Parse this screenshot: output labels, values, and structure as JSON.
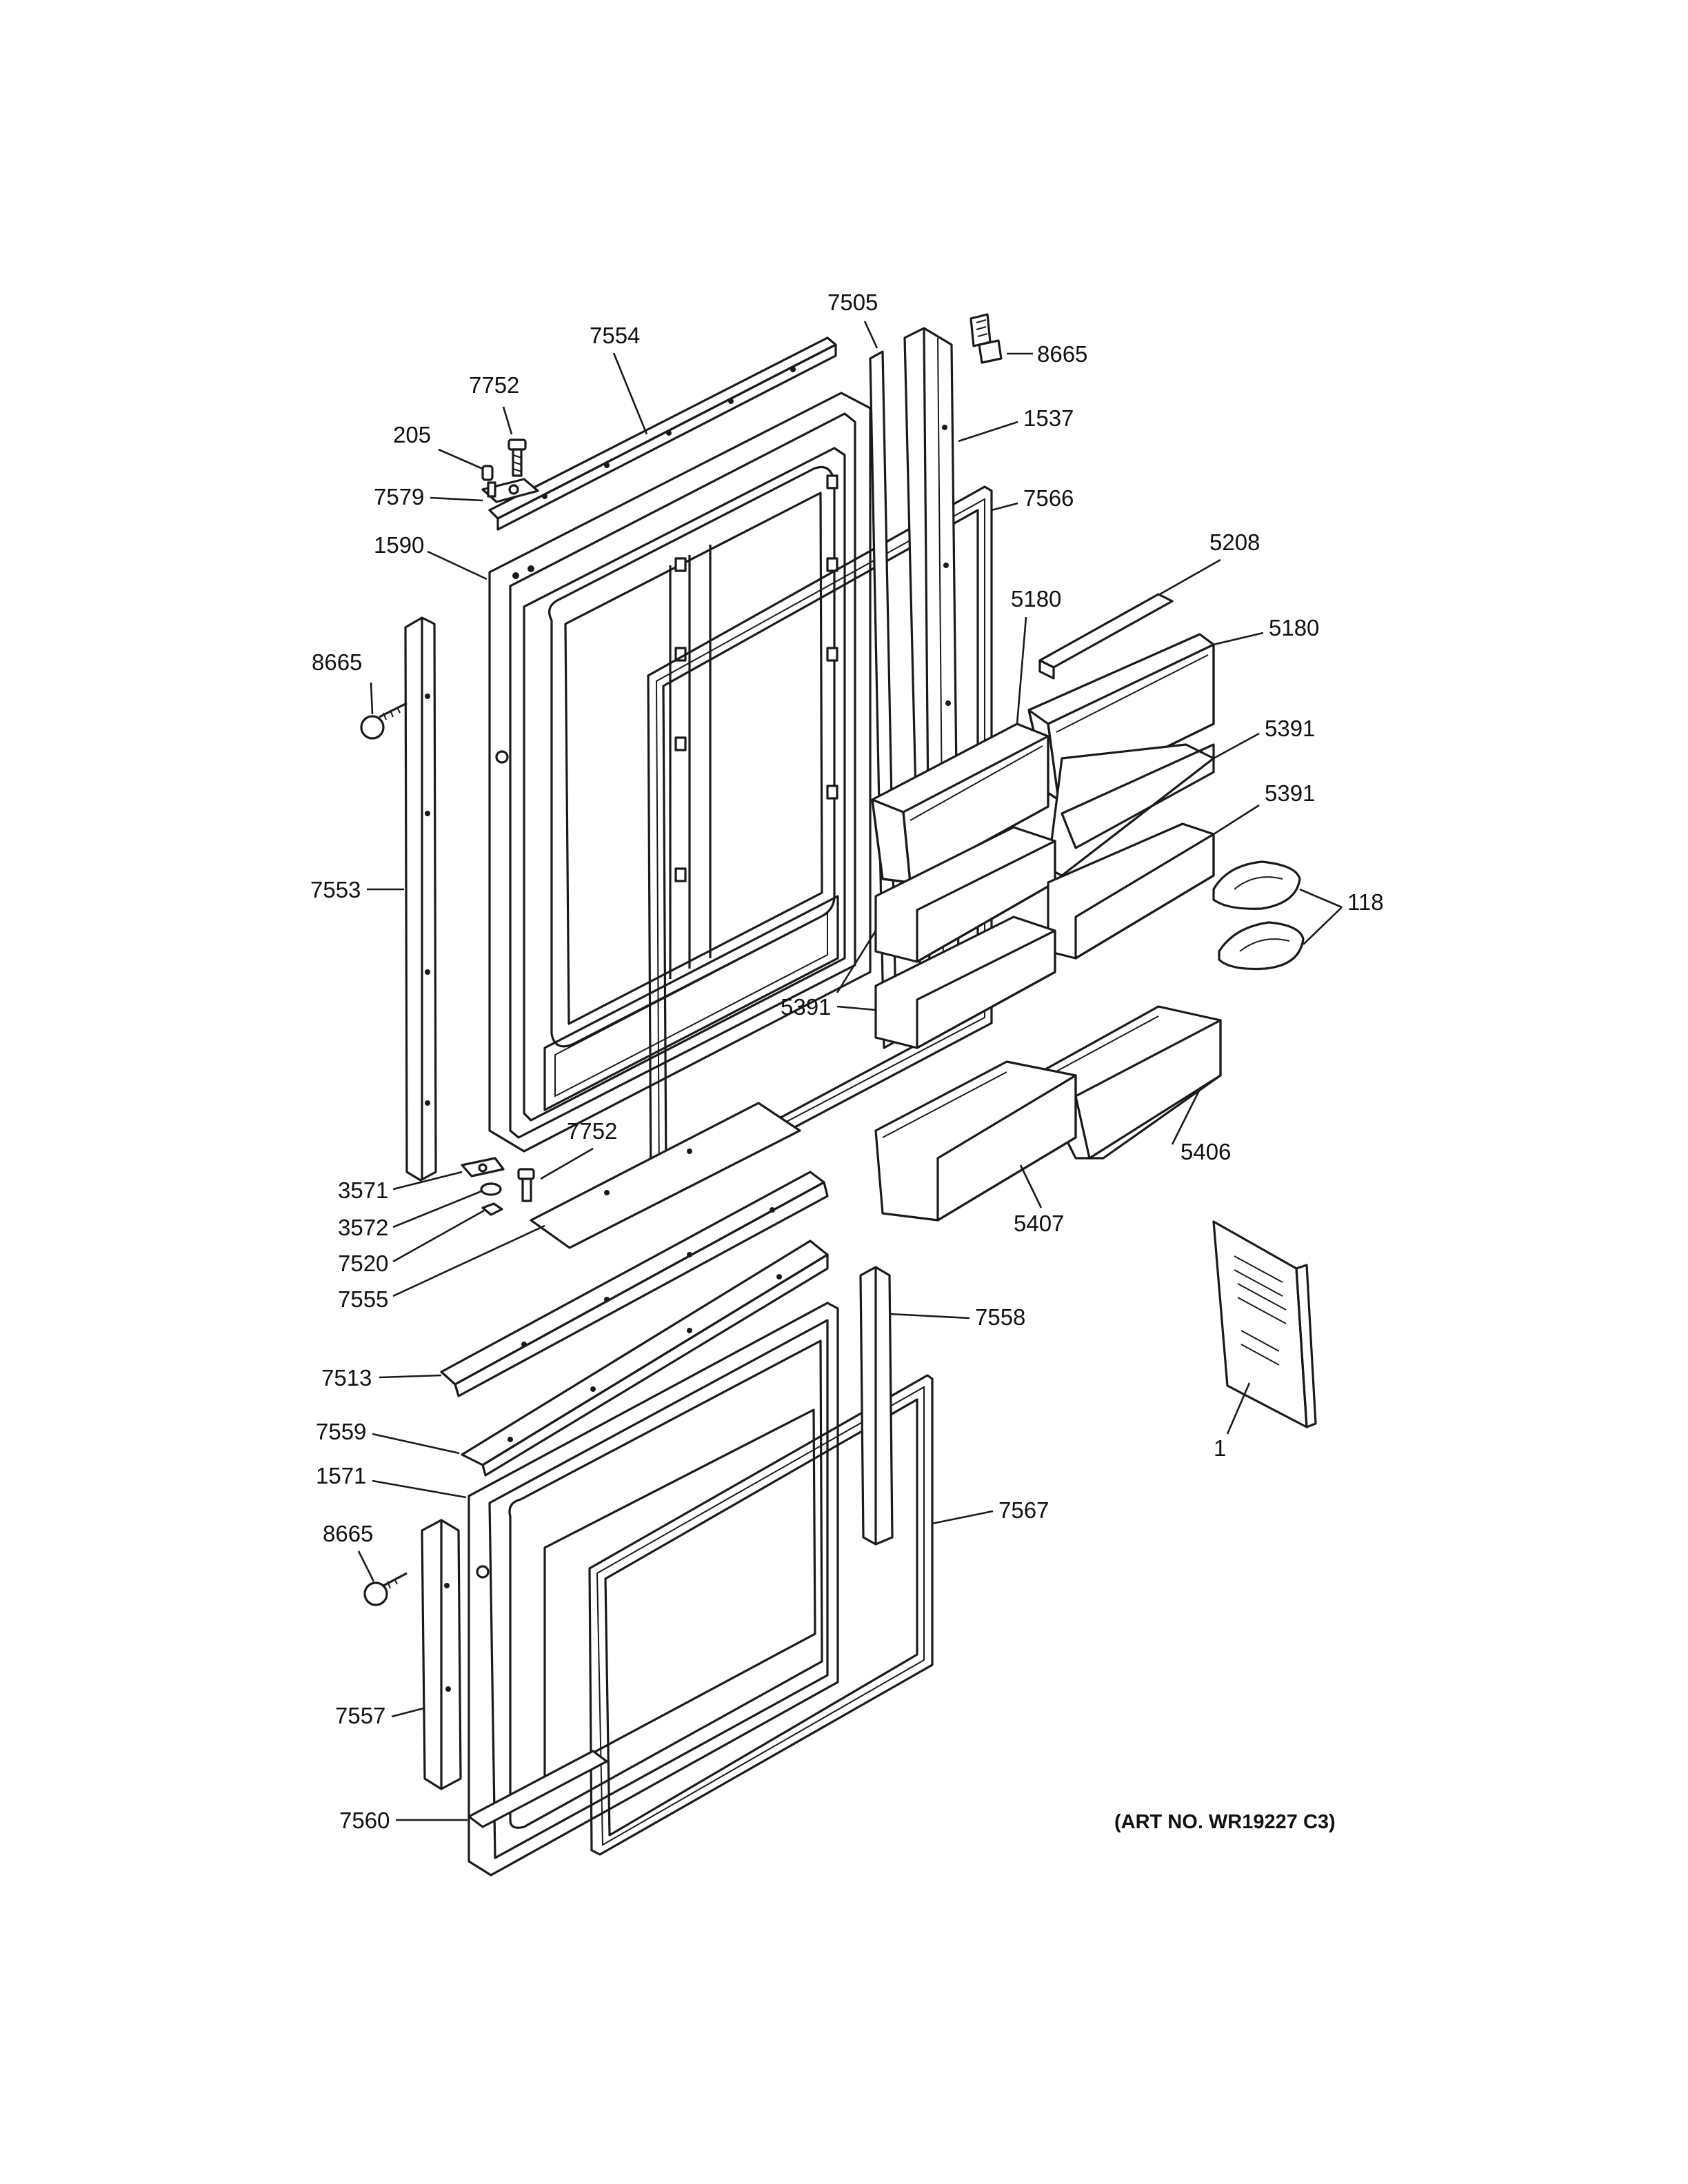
{
  "labels": {
    "p7505": "7505",
    "p7554": "7554",
    "p8665_top": "8665",
    "p7752_top": "7752",
    "p1537": "1537",
    "p205": "205",
    "p7579": "7579",
    "p7566": "7566",
    "p1590": "1590",
    "p5208": "5208",
    "p5180_a": "5180",
    "p5180_b": "5180",
    "p8665_left": "8665",
    "p5391_a": "5391",
    "p5391_b": "5391",
    "p118": "118",
    "p7553": "7553",
    "p5391_c": "5391",
    "p5406": "5406",
    "p7752_mid": "7752",
    "p3571": "3571",
    "p3572": "3572",
    "p7520": "7520",
    "p5407": "5407",
    "p7555": "7555",
    "p7558": "7558",
    "p7513": "7513",
    "p7559": "7559",
    "p1": "1",
    "p1571": "1571",
    "p7567": "7567",
    "p8665_bottom": "8665",
    "p7557": "7557",
    "p7560": "7560"
  },
  "art_number": "(ART NO. WR19227 C3)"
}
